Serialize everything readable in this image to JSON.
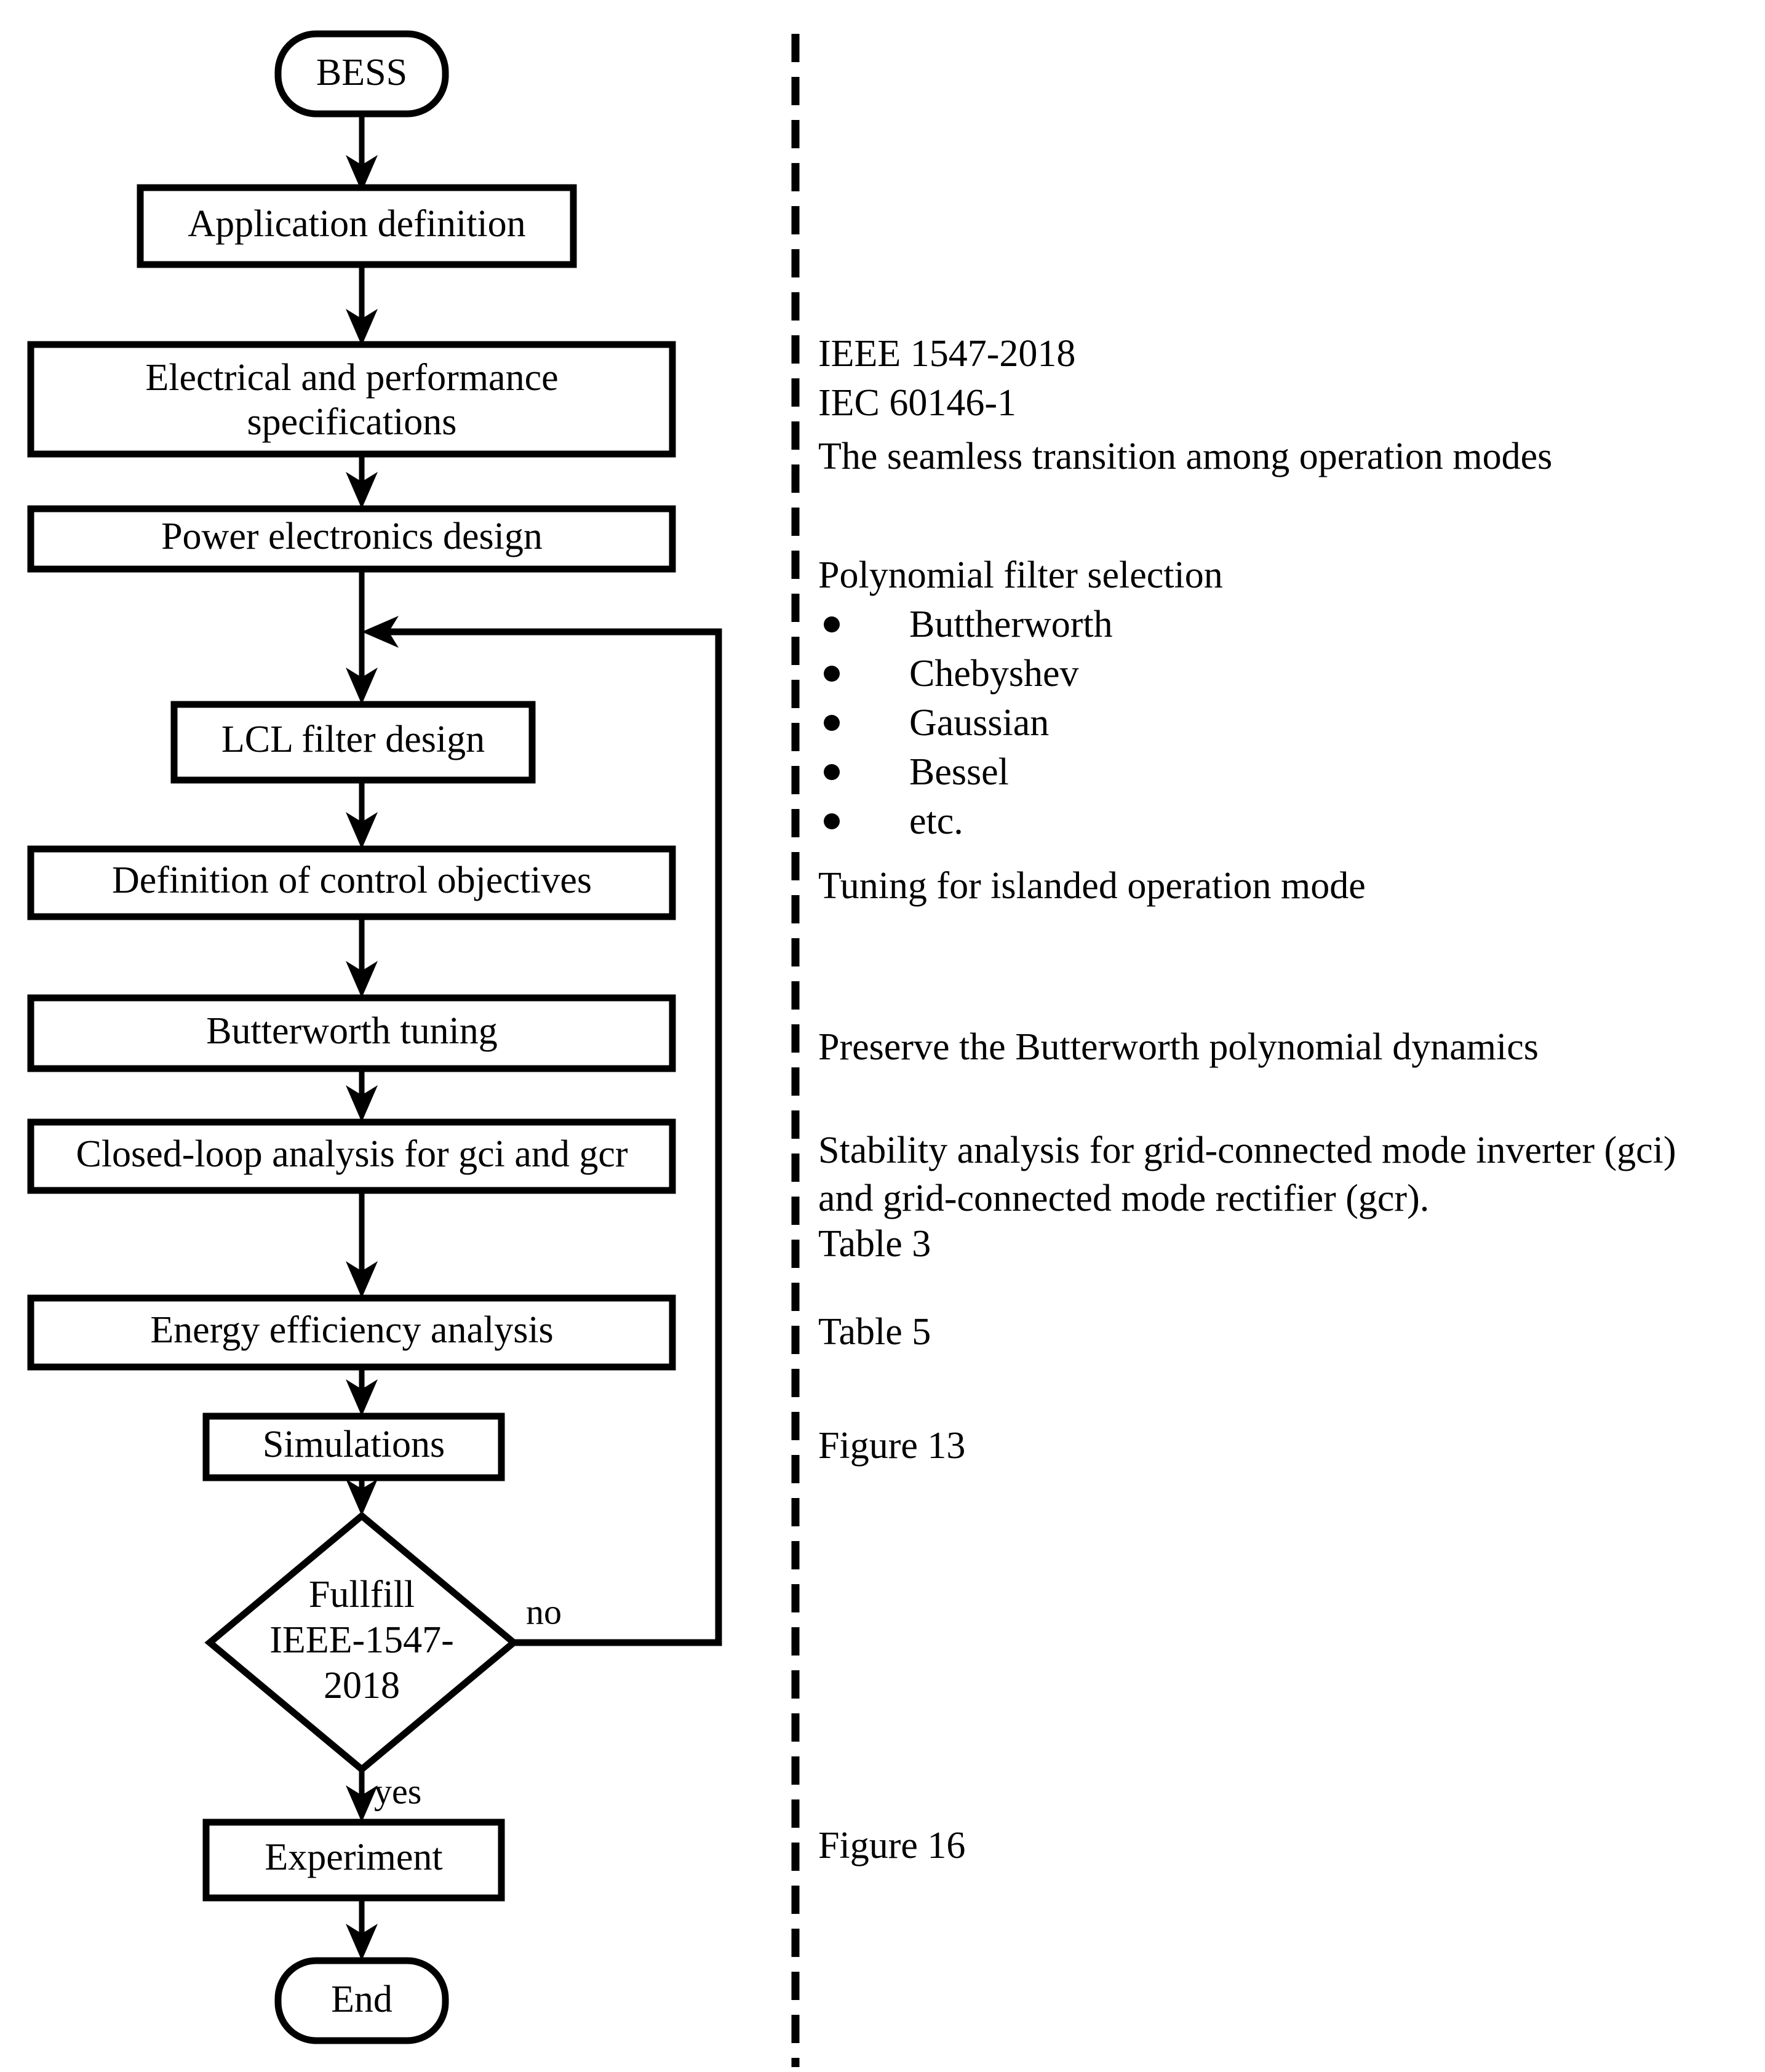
{
  "figure": {
    "type": "flowchart",
    "title": "BESS design methodology flowchart",
    "orientation": "top-to-bottom",
    "colors": {
      "stroke": "#000000",
      "fill": "#ffffff",
      "text": "#000000"
    }
  },
  "flow": {
    "start_label": "BESS",
    "end_label": "End",
    "nodes": [
      {
        "id": "start",
        "shape": "terminator",
        "label": "BESS"
      },
      {
        "id": "app",
        "shape": "process",
        "label": "Application definition"
      },
      {
        "id": "specs",
        "shape": "process",
        "label_line1": "Electrical and performance",
        "label_line2": "specifications"
      },
      {
        "id": "power",
        "shape": "process",
        "label": "Power electronics design"
      },
      {
        "id": "lcl",
        "shape": "process",
        "label": "LCL filter design"
      },
      {
        "id": "objectives",
        "shape": "process",
        "label": "Definition of control objectives"
      },
      {
        "id": "butter",
        "shape": "process",
        "label": "Butterworth tuning"
      },
      {
        "id": "closed",
        "shape": "process",
        "label": "Closed-loop analysis for gci and gcr"
      },
      {
        "id": "energy",
        "shape": "process",
        "label": "Energy efficiency analysis"
      },
      {
        "id": "sims",
        "shape": "process",
        "label": "Simulations"
      },
      {
        "id": "decision",
        "shape": "decision",
        "label_line1": "Fullfill",
        "label_line2": "IEEE-1547-",
        "label_line3": "2018"
      },
      {
        "id": "experiment",
        "shape": "process",
        "label": "Experiment"
      },
      {
        "id": "end",
        "shape": "terminator",
        "label": "End"
      }
    ],
    "edge_labels": {
      "decision_no": "no",
      "decision_yes": "yes"
    }
  },
  "annotations": {
    "standards": {
      "line1": "IEEE 1547-2018",
      "line2": "IEC 60146-1",
      "line3": "The seamless transition among operation modes"
    },
    "filter": {
      "heading": "Polynomial filter selection",
      "items": [
        "Buttherworth",
        "Chebyshev",
        "Gaussian",
        "Bessel",
        "etc."
      ]
    },
    "tuning_islanded": "Tuning for islanded operation mode",
    "preserve": "Preserve the Butterworth polynomial dynamics",
    "stability": {
      "line1": "Stability analysis for grid-connected mode inverter (gci)",
      "line2": "and grid-connected mode rectifier (gcr).",
      "line3": "Table 3"
    },
    "table5": "Table 5",
    "figure13": "Figure 13",
    "figure16": "Figure 16"
  }
}
